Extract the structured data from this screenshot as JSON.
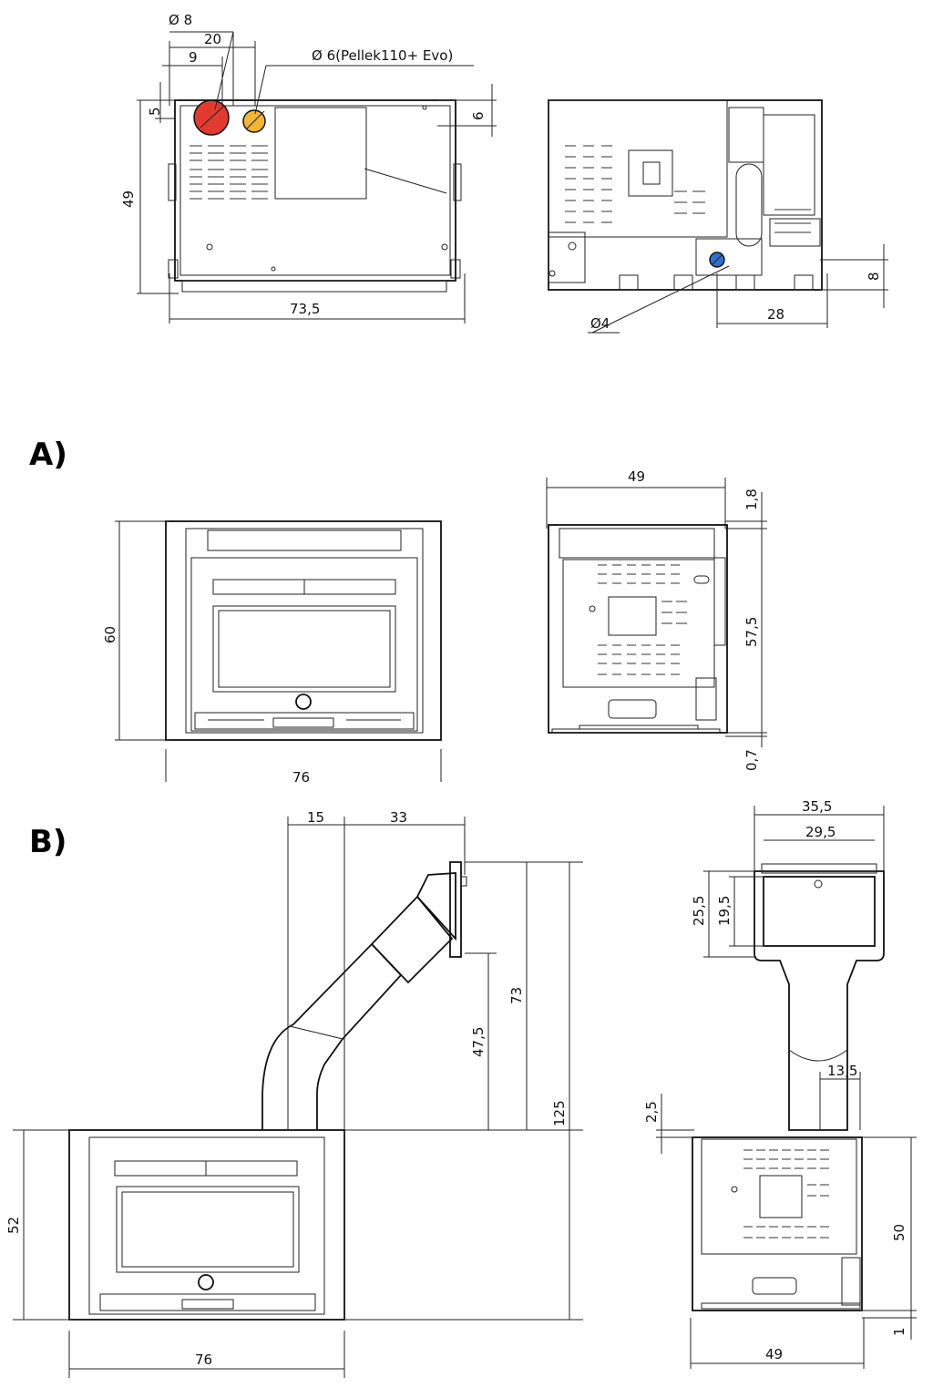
{
  "labels": {
    "section_a": "A)",
    "section_b": "B)"
  },
  "top": {
    "d_outlet": "Ø 8",
    "w_20": "20",
    "w_9": "9",
    "d_inlet": "Ø 6(Pellek110+ Evo)",
    "h_5": "5",
    "h_6": "6",
    "h_49": "49",
    "w_73_5": "73,5",
    "d_4": "Ø4",
    "w_28": "28",
    "h_8": "8"
  },
  "a": {
    "h_60": "60",
    "w_76": "76",
    "w_49": "49",
    "h_1_8": "1,8",
    "h_57_5": "57,5",
    "h_0_7": "0,7"
  },
  "b": {
    "w_15": "15",
    "w_33": "33",
    "h_47_5": "47,5",
    "h_73": "73",
    "h_125": "125",
    "h_52": "52",
    "w_76": "76",
    "w_35_5": "35,5",
    "w_29_5": "29,5",
    "h_25_5": "25,5",
    "h_19_5": "19,5",
    "w_13_5": "13,5",
    "h_2_5": "2,5",
    "h_50": "50",
    "w_49": "49",
    "h_1": "1"
  },
  "colors": {
    "outlet_red": "#e23a2e",
    "inlet_yellow": "#f2b630",
    "inlet_blue": "#2f6fd0"
  }
}
